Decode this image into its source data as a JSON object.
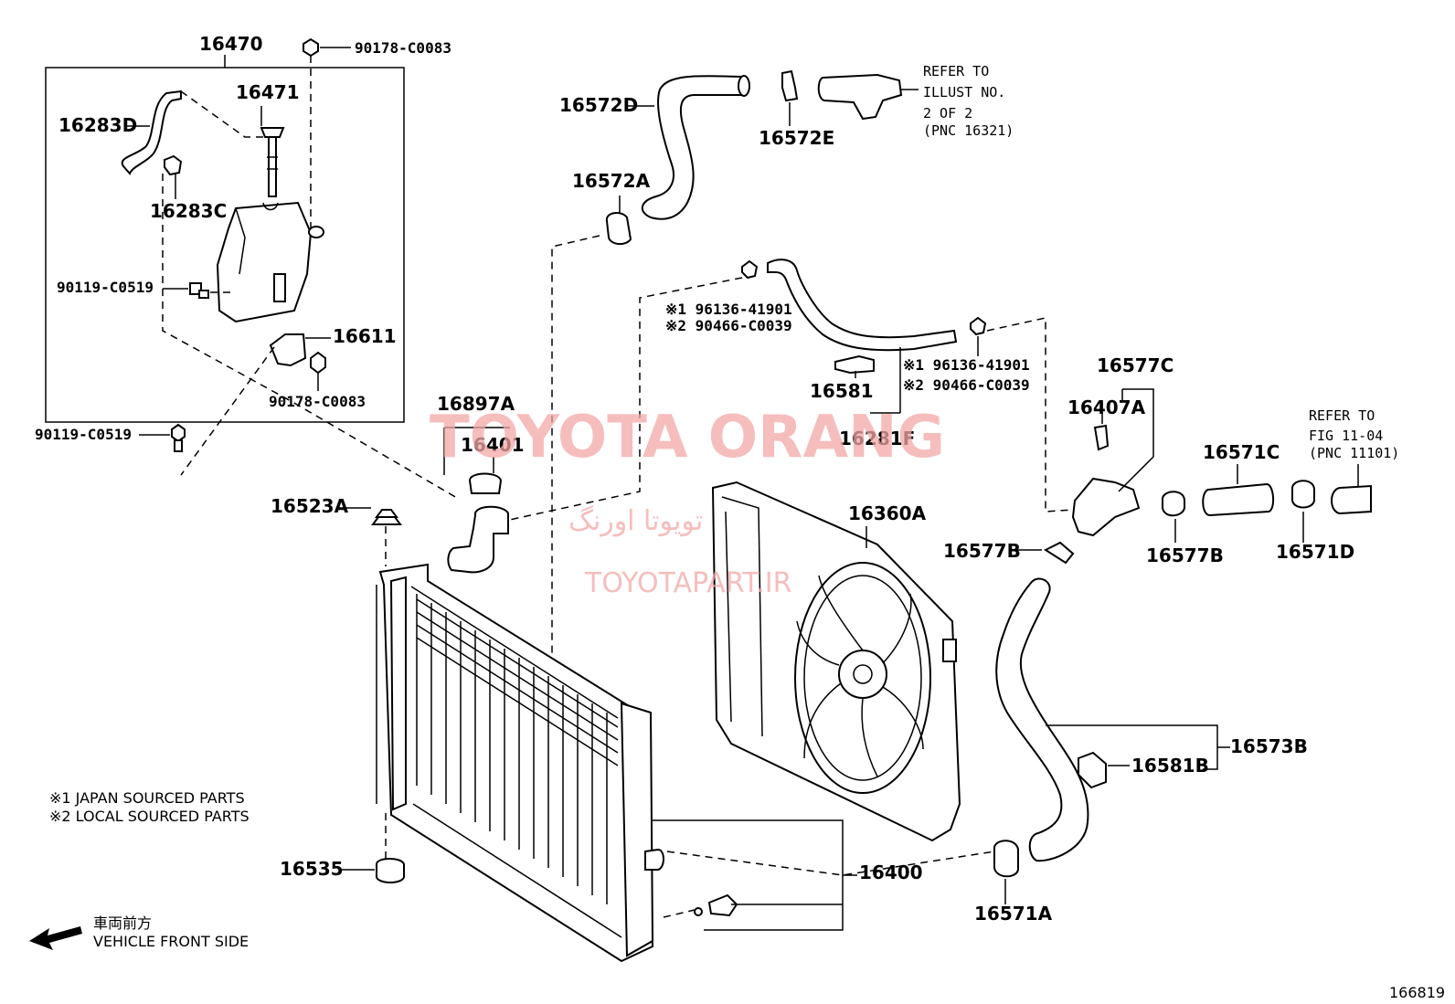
{
  "diagram_id": "166819",
  "labels": {
    "p16470": "16470",
    "p90178a": "90178-C0083",
    "p16471": "16471",
    "p16283D": "16283D",
    "p16283C": "16283C",
    "p90119a": "90119-C0519",
    "p16611": "16611",
    "p90178b": "90178-C0083",
    "p90119b": "90119-C0519",
    "p16572D": "16572D",
    "p16572E": "16572E",
    "p16572A": "16572A",
    "p16897A": "16897A",
    "p16401": "16401",
    "p16523A": "16523A",
    "p16581": "16581",
    "p16281F": "16281F",
    "p16577C": "16577C",
    "p16407A": "16407A",
    "p16571C": "16571C",
    "p16577B_a": "16577B",
    "p16577B_b": "16577B",
    "p16571D": "16571D",
    "p16360A": "16360A",
    "p16573B": "16573B",
    "p16581B": "16581B",
    "p16400": "16400",
    "p16535": "16535",
    "p16571A": "16571A"
  },
  "refer1": [
    "REFER TO",
    "ILLUST NO.",
    "2 OF 2",
    "(PNC 16321)"
  ],
  "refer2": [
    "REFER TO",
    "FIG 11-04",
    "(PNC 11101)"
  ],
  "alt_a": [
    "※1 96136-41901",
    "※2 90466-C0039"
  ],
  "alt_b": [
    "※1 96136-41901",
    "※2 90466-C0039"
  ],
  "legend": [
    "※1  JAPAN SOURCED PARTS",
    "※2  LOCAL SOURCED PARTS"
  ],
  "front": [
    "車両前方",
    "VEHICLE FRONT SIDE"
  ],
  "watermark": {
    "main": "TOYOTA ORANG",
    "persian": "تویوتا اورنگ",
    "site": "TOYOTAPART.IR"
  }
}
